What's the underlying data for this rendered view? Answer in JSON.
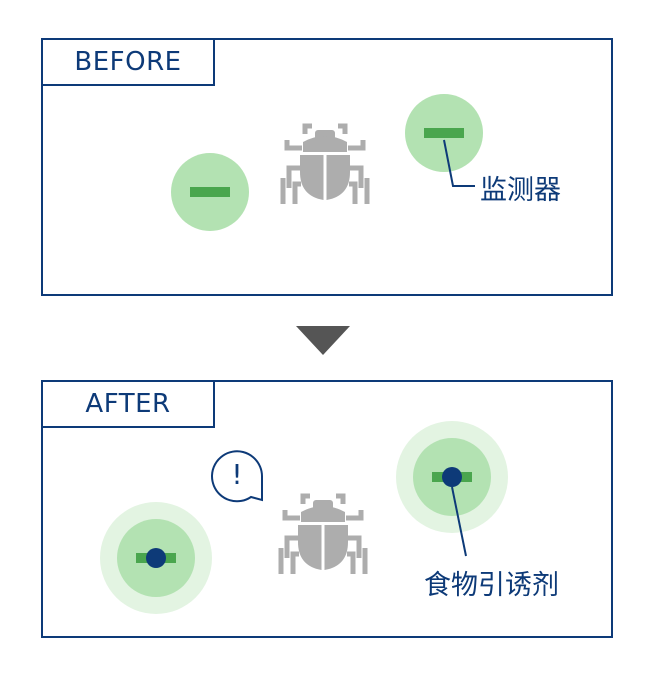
{
  "before": {
    "label": "BEFORE",
    "monitor_label": "监测器"
  },
  "after": {
    "label": "AFTER",
    "bait_label": "食物引诱剂",
    "alert_symbol": "!"
  },
  "colors": {
    "navy": "#0d3a78",
    "trap_green": "#b3e2b2",
    "trap_bar": "#4aa64e",
    "halo": "#e3f4e2",
    "bug_gray": "#adadad",
    "bait_dot": "#0d3a78",
    "arrow_gray": "#555555"
  },
  "icons": [
    "beetle-icon",
    "trap-icon",
    "alert-bubble-icon",
    "down-arrow-icon"
  ]
}
